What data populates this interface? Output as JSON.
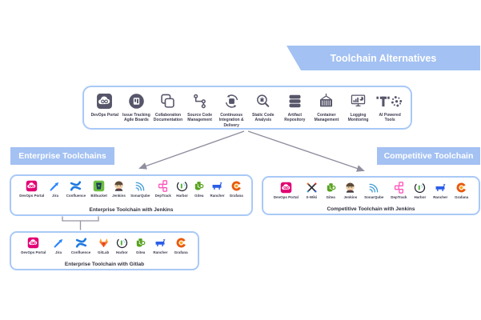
{
  "banner": {
    "title": "Toolchain Alternatives"
  },
  "section_labels": {
    "left": "Enterprise Toolchains",
    "right": "Competitive Toolchain"
  },
  "colors": {
    "accent_blue": "#a3c1f2",
    "box_border_blue": "#a9c9f6",
    "dark_icon": "#565569",
    "telekom_magenta": "#e20074",
    "arrow_gray": "#8f8fa0"
  },
  "boxes": {
    "alt": {
      "items": [
        {
          "label": "DevOps Portal",
          "icon": "devops-portal"
        },
        {
          "label": "Issue Tracking Agile Boards",
          "icon": "issue-tracking"
        },
        {
          "label": "Collaboration Documentation",
          "icon": "collaboration-documentation"
        },
        {
          "label": "Source Code Management",
          "icon": "source-code-management"
        },
        {
          "label": "Continuous Integration & Delivery",
          "icon": "ci-cd"
        },
        {
          "label": "Static Code Analysis",
          "icon": "static-code-analysis"
        },
        {
          "label": "Artifact Repository",
          "icon": "artifact-repository"
        },
        {
          "label": "Container Management",
          "icon": "container-management"
        },
        {
          "label": "Logging Monitoring",
          "icon": "logging-monitoring"
        },
        {
          "label": "AI Powered Tools",
          "icon": "ai-powered-tools"
        }
      ]
    },
    "ent_jenkins": {
      "caption": "Enterprise Toolchain with Jenkins",
      "items": [
        {
          "label": "DevOps Portal",
          "icon": "devops-portal"
        },
        {
          "label": "Jira",
          "icon": "jira"
        },
        {
          "label": "Confluence",
          "icon": "confluence"
        },
        {
          "label": "Bitbucket",
          "icon": "bitbucket"
        },
        {
          "label": "Jenkins",
          "icon": "jenkins"
        },
        {
          "label": "SonarQube",
          "icon": "sonarqube"
        },
        {
          "label": "DepTrack",
          "icon": "deptrack"
        },
        {
          "label": "Harbor",
          "icon": "harbor"
        },
        {
          "label": "Gitea",
          "icon": "gitea"
        },
        {
          "label": "Rancher",
          "icon": "rancher"
        },
        {
          "label": "Grafana",
          "icon": "grafana"
        }
      ]
    },
    "ent_gitlab": {
      "caption": "Enterprise Toolchain with Gitlab",
      "items": [
        {
          "label": "DevOps Portal",
          "icon": "devops-portal"
        },
        {
          "label": "Jira",
          "icon": "jira"
        },
        {
          "label": "Confluence",
          "icon": "confluence"
        },
        {
          "label": "GitLab",
          "icon": "gitlab"
        },
        {
          "label": "Harbor",
          "icon": "harbor"
        },
        {
          "label": "Gitea",
          "icon": "gitea"
        },
        {
          "label": "Rancher",
          "icon": "rancher"
        },
        {
          "label": "Grafana",
          "icon": "grafana"
        }
      ]
    },
    "competitive": {
      "caption": "Competitive Toolchain with Jenkins",
      "items": [
        {
          "label": "DevOps Portal",
          "icon": "devops-portal"
        },
        {
          "label": "X-Wiki",
          "icon": "xwiki"
        },
        {
          "label": "Gitea",
          "icon": "gitea"
        },
        {
          "label": "Jenkins",
          "icon": "jenkins"
        },
        {
          "label": "SonarQube",
          "icon": "sonarqube"
        },
        {
          "label": "DepTrack",
          "icon": "deptrack"
        },
        {
          "label": "Harbor",
          "icon": "harbor"
        },
        {
          "label": "Rancher",
          "icon": "rancher"
        },
        {
          "label": "Grafana",
          "icon": "grafana"
        }
      ]
    }
  }
}
